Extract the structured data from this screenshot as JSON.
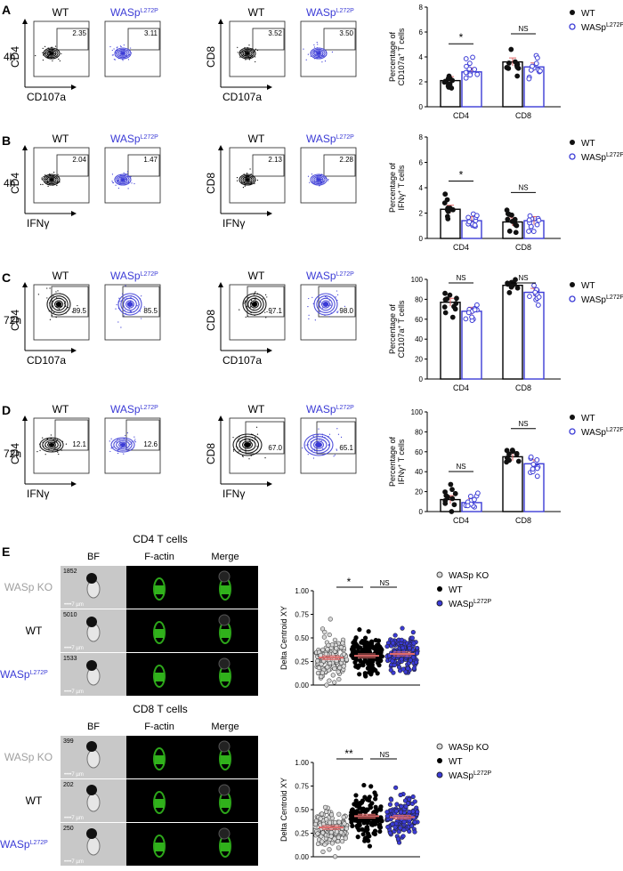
{
  "colors": {
    "wt": "#000000",
    "mut": "#3b3bd6",
    "ko": "#a0a0a0",
    "err": "#e06a6a",
    "fitc": "#38d020"
  },
  "panel_letters": [
    "A",
    "B",
    "C",
    "D",
    "E"
  ],
  "flow_headers": {
    "wt": "WT",
    "mut": "WASp",
    "mut_sup": "L272P"
  },
  "axes": {
    "cd4": "CD4",
    "cd8": "CD8",
    "cd107a": "CD107a",
    "ifng": "IFNγ"
  },
  "times": {
    "a": "4h",
    "b": "4h",
    "c": "72h",
    "d": "72h"
  },
  "gate_values": {
    "a": [
      "2.35",
      "3.11",
      "3.52",
      "3.50"
    ],
    "b": [
      "2.04",
      "1.47",
      "2.13",
      "2.28"
    ],
    "c": [
      "89.5",
      "85.5",
      "97.1",
      "98.0"
    ],
    "d": [
      "12.1",
      "12.6",
      "67.0",
      "65.1"
    ]
  },
  "legend": {
    "wt": "WT",
    "mut": "WASp",
    "mut_sup": "L272P",
    "ko": "WASp KO"
  },
  "panel_e": {
    "cd4_title": "CD4 T cells",
    "cd8_title": "CD8 T cells",
    "cols": [
      "BF",
      "F-actin",
      "Merge"
    ],
    "rows": [
      "WASp KO",
      "WT",
      "WASp"
    ],
    "row_sup": "L272P",
    "cd4_ids": [
      "1852",
      "5010",
      "1533"
    ],
    "cd8_ids": [
      "399",
      "202",
      "250"
    ],
    "scale": "7 µm",
    "ylabel": "Delta Centroid XY"
  },
  "chart_data": [
    {
      "type": "bar",
      "panel": "A",
      "ylabel_line1": "Percentage of",
      "ylabel_line2": "CD107a",
      "ylabel_sup": "+",
      "ylabel_line2b": " T cells",
      "categories": [
        "CD4",
        "CD8"
      ],
      "ylim": [
        0,
        8
      ],
      "yticks": [
        0,
        2,
        4,
        6,
        8
      ],
      "series": [
        {
          "name": "WT",
          "values": [
            2.1,
            3.6
          ]
        },
        {
          "name": "WASpL272P",
          "values": [
            2.8,
            3.2
          ]
        }
      ],
      "sig": [
        "*",
        "NS"
      ]
    },
    {
      "type": "bar",
      "panel": "B",
      "ylabel_line1": "Percentage of",
      "ylabel_line2": "IFNγ",
      "ylabel_sup": "+",
      "ylabel_line2b": " T cells",
      "categories": [
        "CD4",
        "CD8"
      ],
      "ylim": [
        0,
        8
      ],
      "yticks": [
        0,
        2,
        4,
        6,
        8
      ],
      "series": [
        {
          "name": "WT",
          "values": [
            2.3,
            1.3
          ]
        },
        {
          "name": "WASpL272P",
          "values": [
            1.4,
            1.4
          ]
        }
      ],
      "sig": [
        "*",
        "NS"
      ]
    },
    {
      "type": "bar",
      "panel": "C",
      "ylabel_line1": "Percentage of",
      "ylabel_line2": "CD107a",
      "ylabel_sup": "+",
      "ylabel_line2b": " T cells",
      "categories": [
        "CD4",
        "CD8"
      ],
      "ylim": [
        0,
        100
      ],
      "yticks": [
        0,
        20,
        40,
        60,
        80,
        100
      ],
      "series": [
        {
          "name": "WT",
          "values": [
            77,
            94
          ]
        },
        {
          "name": "WASpL272P",
          "values": [
            68,
            87
          ]
        }
      ],
      "sig": [
        "NS",
        "NS"
      ]
    },
    {
      "type": "bar",
      "panel": "D",
      "ylabel_line1": "Percentage of",
      "ylabel_line2": "IFNγ",
      "ylabel_sup": "+",
      "ylabel_line2b": " T cells",
      "categories": [
        "CD4",
        "CD8"
      ],
      "ylim": [
        0,
        100
      ],
      "yticks": [
        0,
        20,
        40,
        60,
        80,
        100
      ],
      "series": [
        {
          "name": "WT",
          "values": [
            12,
            55
          ]
        },
        {
          "name": "WASpL272P",
          "values": [
            9,
            48
          ]
        }
      ],
      "sig": [
        "NS",
        "NS"
      ]
    },
    {
      "type": "scatter",
      "panel": "E-CD4",
      "ylim": [
        0,
        1
      ],
      "yticks": [
        "0.00",
        "0.25",
        "0.50",
        "0.75",
        "1.00"
      ],
      "groups": [
        "WASp KO",
        "WT",
        "WASpL272P"
      ],
      "means": [
        0.29,
        0.31,
        0.33
      ],
      "sig": [
        "*",
        "NS"
      ]
    },
    {
      "type": "scatter",
      "panel": "E-CD8",
      "ylim": [
        0,
        1
      ],
      "yticks": [
        "0.00",
        "0.25",
        "0.50",
        "0.75",
        "1.00"
      ],
      "groups": [
        "WASp KO",
        "WT",
        "WASpL272P"
      ],
      "means": [
        0.31,
        0.43,
        0.42
      ],
      "sig": [
        "**",
        "NS"
      ]
    }
  ]
}
